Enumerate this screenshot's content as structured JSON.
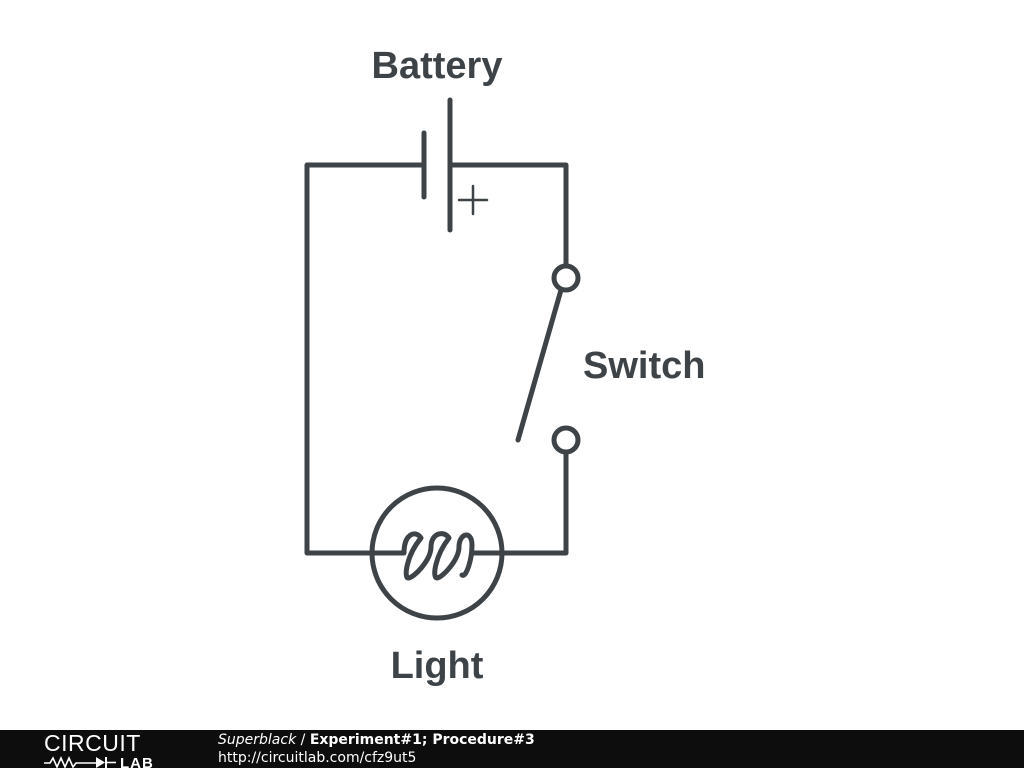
{
  "diagram": {
    "labels": {
      "battery": "Battery",
      "switch": "Switch",
      "light": "Light",
      "plus": "+"
    },
    "colors": {
      "stroke": "#3d4347",
      "label": "#3d4347",
      "footer_bg": "#0d0d0d"
    }
  },
  "footer": {
    "logo_top": "CIRCUIT",
    "logo_bottom": "LAB",
    "user": "Superblack",
    "separator": " / ",
    "project": "Experiment#1; Procedure#3",
    "url": "http://circuitlab.com/cfz9ut5"
  }
}
